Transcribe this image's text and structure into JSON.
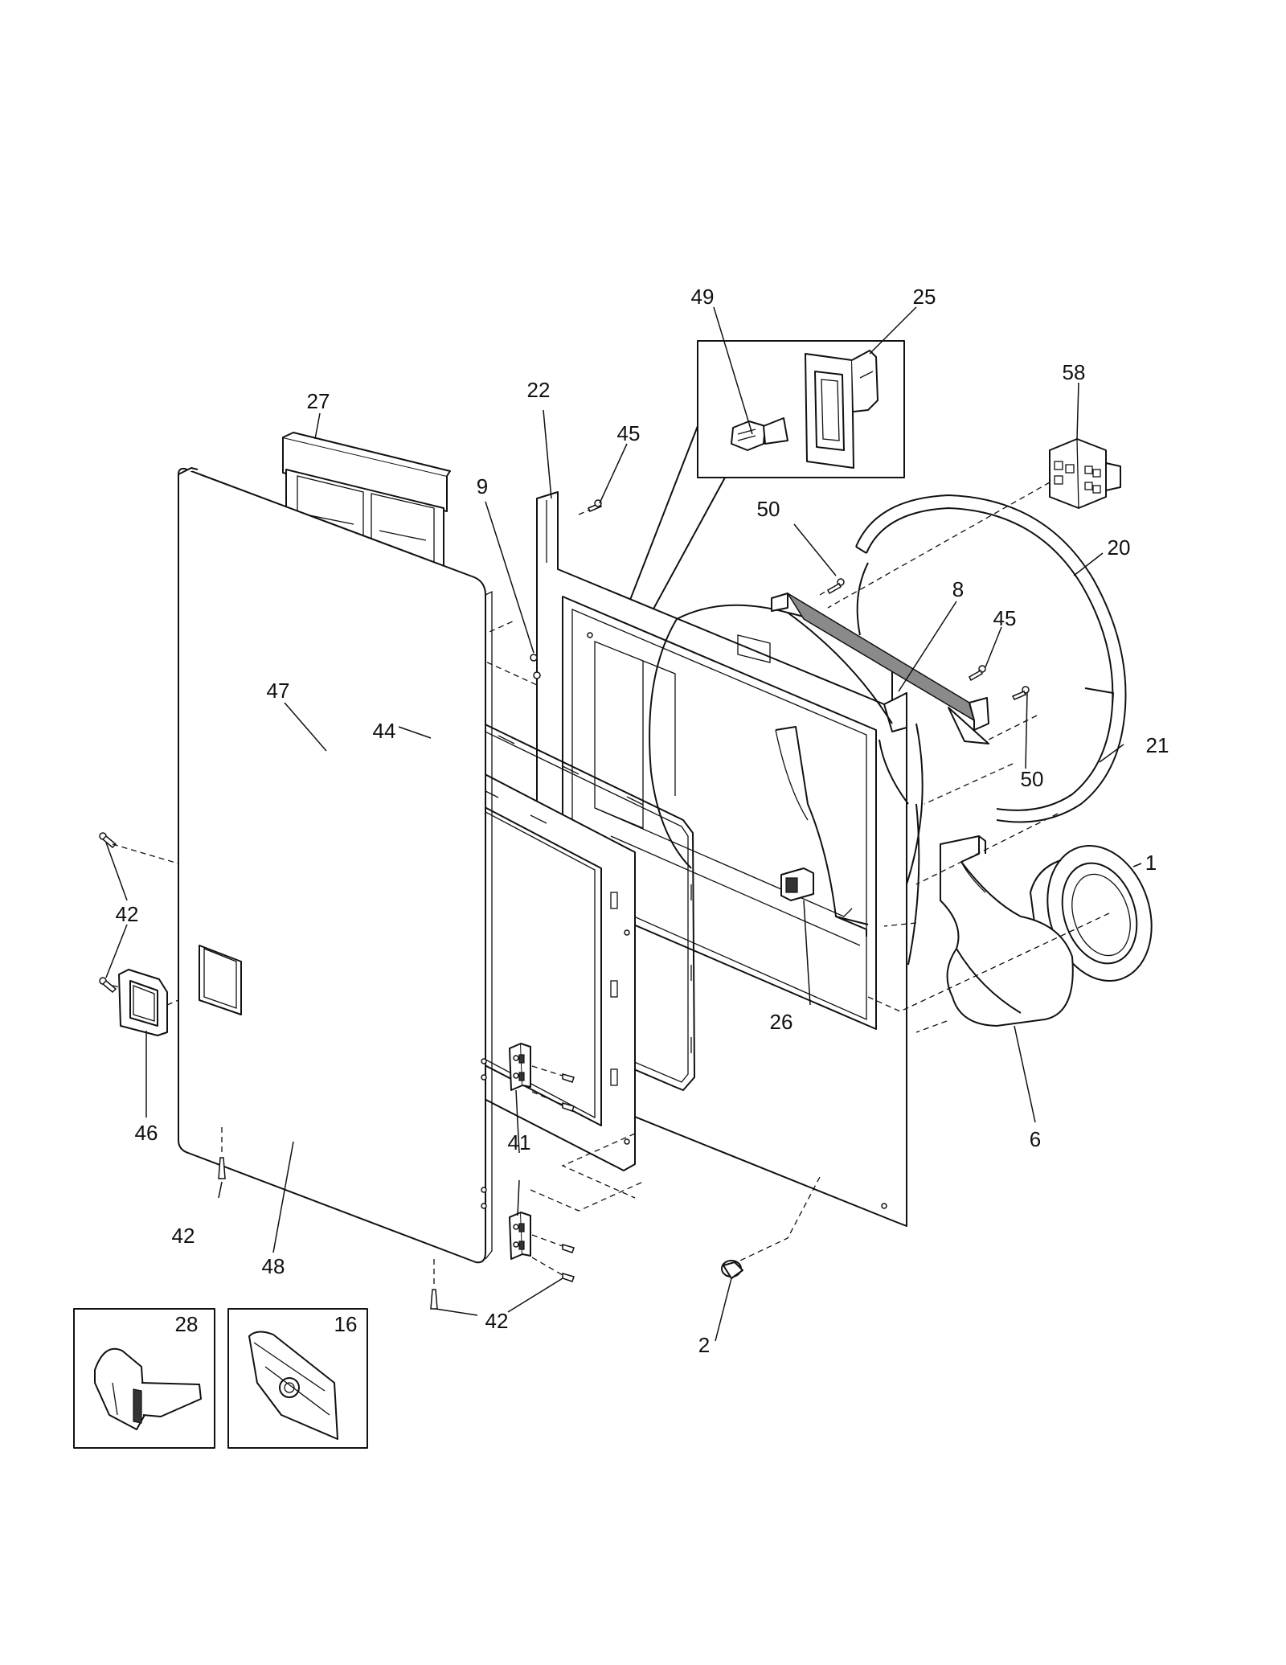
{
  "callouts": [
    {
      "id": "c49",
      "text": "49"
    },
    {
      "id": "c25",
      "text": "25"
    },
    {
      "id": "c58",
      "text": "58"
    },
    {
      "id": "c27",
      "text": "27"
    },
    {
      "id": "c22",
      "text": "22"
    },
    {
      "id": "c45a",
      "text": "45"
    },
    {
      "id": "c9",
      "text": "9"
    },
    {
      "id": "c50a",
      "text": "50"
    },
    {
      "id": "c20",
      "text": "20"
    },
    {
      "id": "c8",
      "text": "8"
    },
    {
      "id": "c45b",
      "text": "45"
    },
    {
      "id": "c47",
      "text": "47"
    },
    {
      "id": "c44",
      "text": "44"
    },
    {
      "id": "c50b",
      "text": "50"
    },
    {
      "id": "c21",
      "text": "21"
    },
    {
      "id": "c1",
      "text": "1"
    },
    {
      "id": "c42a",
      "text": "42"
    },
    {
      "id": "c26",
      "text": "26"
    },
    {
      "id": "c46",
      "text": "46"
    },
    {
      "id": "c41",
      "text": "41"
    },
    {
      "id": "c6",
      "text": "6"
    },
    {
      "id": "c42b",
      "text": "42"
    },
    {
      "id": "c48",
      "text": "48"
    },
    {
      "id": "c42c",
      "text": "42"
    },
    {
      "id": "c2",
      "text": "2"
    },
    {
      "id": "c28",
      "text": "28"
    },
    {
      "id": "c16",
      "text": "16"
    }
  ]
}
